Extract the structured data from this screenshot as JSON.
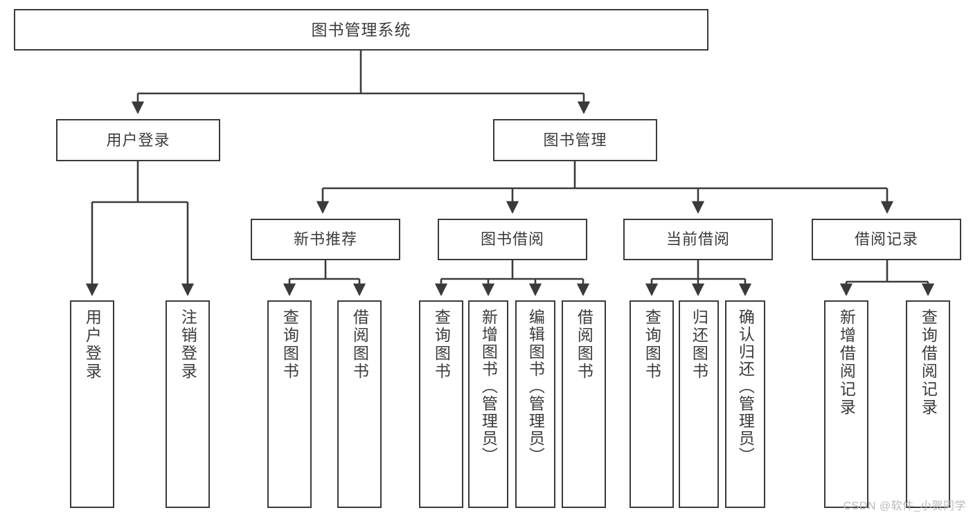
{
  "diagram": {
    "title": "图书管理系统",
    "watermark": "CSDN @软件_小贺同学",
    "colors": {
      "border": "#3a3a3a",
      "text": "#3b3b3b",
      "background": "#ffffff",
      "watermark": "#b9b9b9"
    },
    "levels": {
      "root": {
        "label": "图书管理系统"
      },
      "level2": [
        {
          "label": "用户登录"
        },
        {
          "label": "图书管理"
        }
      ],
      "level3": [
        {
          "label": "新书推荐"
        },
        {
          "label": "图书借阅"
        },
        {
          "label": "当前借阅"
        },
        {
          "label": "借阅记录"
        }
      ],
      "leaves": [
        {
          "label": "用户登录",
          "parent": "用户登录"
        },
        {
          "label": "注销登录",
          "parent": "用户登录"
        },
        {
          "label": "查询图书",
          "parent": "新书推荐"
        },
        {
          "label": "借阅图书",
          "parent": "新书推荐"
        },
        {
          "label": "查询图书",
          "parent": "图书借阅"
        },
        {
          "label": "新增图书（管理员）",
          "parent": "图书借阅"
        },
        {
          "label": "编辑图书（管理员）",
          "parent": "图书借阅"
        },
        {
          "label": "借阅图书",
          "parent": "图书借阅"
        },
        {
          "label": "查询图书",
          "parent": "当前借阅"
        },
        {
          "label": "归还图书",
          "parent": "当前借阅"
        },
        {
          "label": "确认归还（管理员）",
          "parent": "当前借阅"
        },
        {
          "label": "新增借阅记录",
          "parent": "借阅记录"
        },
        {
          "label": "查询借阅记录",
          "parent": "借阅记录"
        }
      ]
    }
  }
}
